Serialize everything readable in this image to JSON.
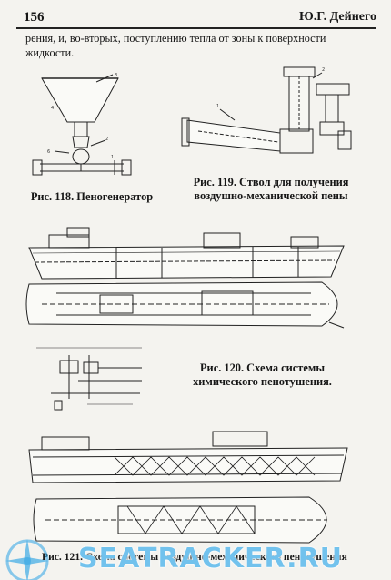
{
  "header": {
    "page_number": "156",
    "running_head": "Ю.Г. Дейнего"
  },
  "body": {
    "line1": "рения, и, во-вторых, поступлению тепла от зоны к поверхности",
    "line2": "жидкости."
  },
  "figures": {
    "fig118_caption": "Рис. 118. Пеногенератор",
    "fig119_caption_line1": "Рис. 119. Ствол для получения",
    "fig119_caption_line2": "воздушно-механической пены",
    "fig120_caption_line1": "Рис. 120. Схема системы",
    "fig120_caption_line2": "химического пенотушения.",
    "fig121_caption": "Рис. 121. Схема системы воздушно-механического пенотушения"
  },
  "watermark": {
    "text": "SEATRACKER.RU",
    "color": "#3caae6"
  }
}
